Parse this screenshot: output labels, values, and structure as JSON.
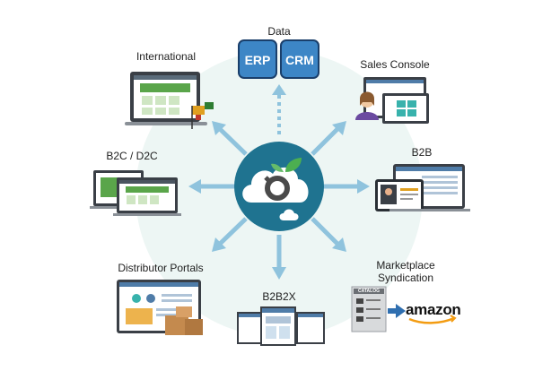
{
  "labels": {
    "data": "Data",
    "erp": "ERP",
    "crm": "CRM",
    "international": "International",
    "sales_console": "Sales Console",
    "b2c_d2c": "B2C / D2C",
    "b2b": "B2B",
    "distributor_portals": "Distributor Portals",
    "b2b2x": "B2B2X",
    "marketplace_syndication": "Marketplace Syndication",
    "catalog": "CATALOG",
    "amazon": "amazon"
  },
  "colors": {
    "hub_dark": "#1d6f8c",
    "hub_light": "#2e8aa8",
    "arrow": "#8fc3dd",
    "halo": "#eaf4f3",
    "data_button": "#3d86c6",
    "data_button_border": "#1a3f6b",
    "leaf": "#4caf50",
    "screen_green": "#5aa54a"
  },
  "icons": [
    "cloud-gear-icon",
    "leaf-icon",
    "laptop-icon",
    "monitor-icon",
    "person-icon",
    "flag-icon",
    "boxes-icon",
    "catalog-icon",
    "amazon-logo",
    "arrow-icon"
  ]
}
